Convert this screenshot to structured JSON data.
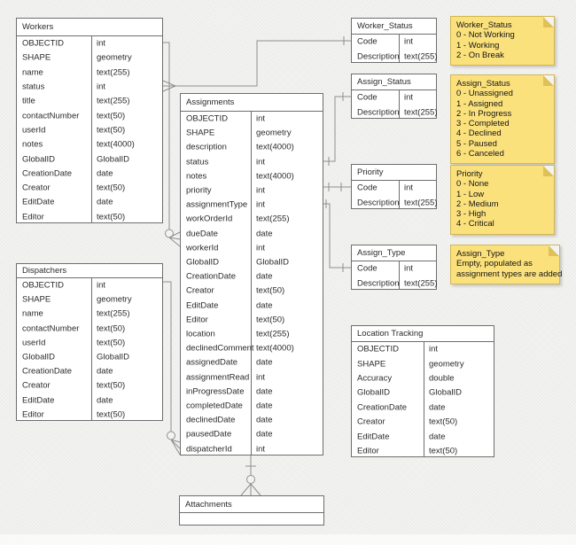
{
  "diagram_title": "Workforce schema entity-relationship diagram",
  "colors": {
    "canvas_bg": "#f3f3f1",
    "table_bg": "#ffffff",
    "table_border": "#6e6e6e",
    "text": "#2a2a2a",
    "connector": "#8f8f8f",
    "note_bg": "#fbe17c",
    "note_border": "#d2b654",
    "note_fold": "#dfc158"
  },
  "tables": [
    {
      "id": "workers",
      "title": "Workers",
      "rows": [
        [
          "OBJECTID",
          "int"
        ],
        [
          "SHAPE",
          "geometry"
        ],
        [
          "name",
          "text(255)"
        ],
        [
          "status",
          "int"
        ],
        [
          "title",
          "text(255)"
        ],
        [
          "contactNumber",
          "text(50)"
        ],
        [
          "userId",
          "text(50)"
        ],
        [
          "notes",
          "text(4000)"
        ],
        [
          "GlobalID",
          "GlobalID"
        ],
        [
          "CreationDate",
          "date"
        ],
        [
          "Creator",
          "text(50)"
        ],
        [
          "EditDate",
          "date"
        ],
        [
          "Editor",
          "text(50)"
        ]
      ]
    },
    {
      "id": "dispatchers",
      "title": "Dispatchers",
      "rows": [
        [
          "OBJECTID",
          "int"
        ],
        [
          "SHAPE",
          "geometry"
        ],
        [
          "name",
          "text(255)"
        ],
        [
          "contactNumber",
          "text(50)"
        ],
        [
          "userId",
          "text(50)"
        ],
        [
          "GlobalID",
          "GlobalID"
        ],
        [
          "CreationDate",
          "date"
        ],
        [
          "Creator",
          "text(50)"
        ],
        [
          "EditDate",
          "date"
        ],
        [
          "Editor",
          "text(50)"
        ]
      ]
    },
    {
      "id": "assignments",
      "title": "Assignments",
      "rows": [
        [
          "OBJECTID",
          "int"
        ],
        [
          "SHAPE",
          "geometry"
        ],
        [
          "description",
          "text(4000)"
        ],
        [
          "status",
          "int"
        ],
        [
          "notes",
          "text(4000)"
        ],
        [
          "priority",
          "int"
        ],
        [
          "assignmentType",
          "int"
        ],
        [
          "workOrderId",
          "text(255)"
        ],
        [
          "dueDate",
          "date"
        ],
        [
          "workerId",
          "int"
        ],
        [
          "GlobalID",
          "GlobalID"
        ],
        [
          "CreationDate",
          "date"
        ],
        [
          "Creator",
          "text(50)"
        ],
        [
          "EditDate",
          "date"
        ],
        [
          "Editor",
          "text(50)"
        ],
        [
          "location",
          "text(255)"
        ],
        [
          "declinedComment",
          "text(4000)"
        ],
        [
          "assignedDate",
          "date"
        ],
        [
          "assignmentRead",
          "int"
        ],
        [
          "inProgressDate",
          "date"
        ],
        [
          "completedDate",
          "date"
        ],
        [
          "declinedDate",
          "date"
        ],
        [
          "pausedDate",
          "date"
        ],
        [
          "dispatcherId",
          "int"
        ]
      ]
    },
    {
      "id": "worker_status",
      "title": "Worker_Status",
      "rows": [
        [
          "Code",
          "int"
        ],
        [
          "Description",
          "text(255)"
        ]
      ]
    },
    {
      "id": "assign_status",
      "title": "Assign_Status",
      "rows": [
        [
          "Code",
          "int"
        ],
        [
          "Description",
          "text(255)"
        ]
      ]
    },
    {
      "id": "priority",
      "title": "Priority",
      "rows": [
        [
          "Code",
          "int"
        ],
        [
          "Description",
          "text(255)"
        ]
      ]
    },
    {
      "id": "assign_type",
      "title": "Assign_Type",
      "rows": [
        [
          "Code",
          "int"
        ],
        [
          "Description",
          "text(255)"
        ]
      ]
    },
    {
      "id": "location_tracking",
      "title": "Location Tracking",
      "rows": [
        [
          "OBJECTID",
          "int"
        ],
        [
          "SHAPE",
          "geometry"
        ],
        [
          "Accuracy",
          "double"
        ],
        [
          "GlobalID",
          "GlobalID"
        ],
        [
          "CreationDate",
          "date"
        ],
        [
          "Creator",
          "text(50)"
        ],
        [
          "EditDate",
          "date"
        ],
        [
          "Editor",
          "text(50)"
        ]
      ]
    },
    {
      "id": "attachments",
      "title": "Attachments",
      "rows": []
    }
  ],
  "notes": [
    {
      "id": "worker_status",
      "lines": [
        "Worker_Status",
        "0 - Not Working",
        "1 - Working",
        "2 - On Break"
      ]
    },
    {
      "id": "assign_status",
      "lines": [
        "Assign_Status",
        "0 - Unassigned",
        "1 - Assigned",
        "2 - In Progress",
        "3 - Completed",
        "4 - Declined",
        "5 - Paused",
        "6 - Canceled"
      ]
    },
    {
      "id": "priority",
      "lines": [
        "Priority",
        "0 - None",
        "1 - Low",
        "2 - Medium",
        "3 - High",
        "4 - Critical"
      ]
    },
    {
      "id": "assign_type",
      "lines": [
        "Assign_Type",
        "Empty, populated as",
        "assignment types are added"
      ]
    }
  ],
  "relationships": [
    {
      "from": "Worker_Status.Code",
      "to": "Workers.status",
      "marker_from": "one",
      "marker_to": "many"
    },
    {
      "from": "Workers.OBJECTID",
      "to": "Assignments.workerId",
      "marker_from": "line",
      "marker_to": "zero-or-many"
    },
    {
      "from": "Dispatchers.OBJECTID",
      "to": "Assignments.dispatcherId",
      "marker_from": "line",
      "marker_to": "zero-or-many"
    },
    {
      "from": "Assign_Status.Code",
      "to": "Assignments.status",
      "marker_from": "one",
      "marker_to": "one"
    },
    {
      "from": "Priority.Code",
      "to": "Assignments.priority",
      "marker_from": "one",
      "marker_to": "one"
    },
    {
      "from": "Assign_Type.Code",
      "to": "Assignments.assignmentType",
      "marker_from": "one",
      "marker_to": "one"
    },
    {
      "from": "Assignments",
      "to": "Attachments",
      "marker_from": "one",
      "marker_to": "zero-or-many"
    }
  ]
}
